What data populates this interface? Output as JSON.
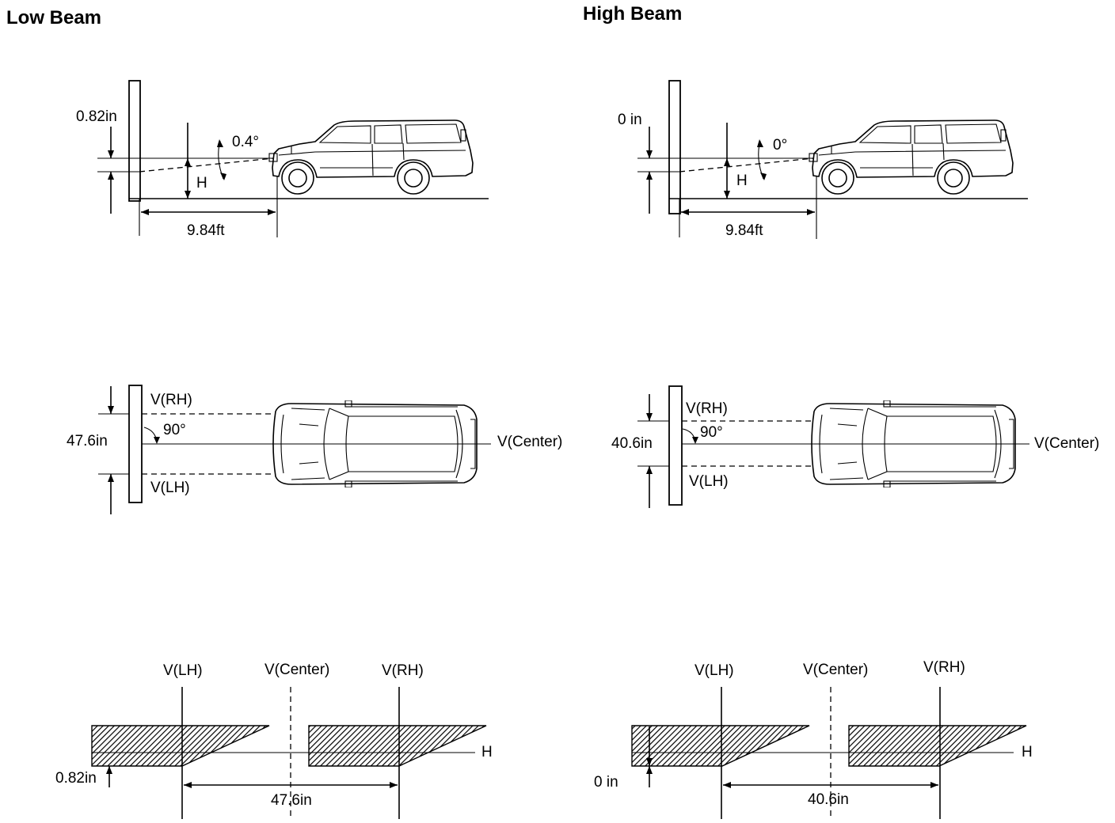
{
  "low_beam": {
    "title": "Low Beam",
    "side_view": {
      "offset": "0.82in",
      "angle": "0.4°",
      "h_label": "H",
      "distance": "9.84ft"
    },
    "top_view": {
      "rh": "V(RH)",
      "lh": "V(LH)",
      "spacing": "47.6in",
      "angle": "90°",
      "center": "V(Center)"
    },
    "pattern": {
      "lh": "V(LH)",
      "center": "V(Center)",
      "rh": "V(RH)",
      "h_label": "H",
      "offset": "0.82in",
      "spacing": "47.6in"
    }
  },
  "high_beam": {
    "title": "High Beam",
    "side_view": {
      "offset": "0 in",
      "angle": "0°",
      "h_label": "H",
      "distance": "9.84ft"
    },
    "top_view": {
      "rh": "V(RH)",
      "lh": "V(LH)",
      "spacing": "40.6in",
      "angle": "90°",
      "center": "V(Center)"
    },
    "pattern": {
      "lh": "V(LH)",
      "center": "V(Center)",
      "rh": "V(RH)",
      "h_label": "H",
      "offset": "0 in",
      "spacing": "40.6in"
    }
  }
}
